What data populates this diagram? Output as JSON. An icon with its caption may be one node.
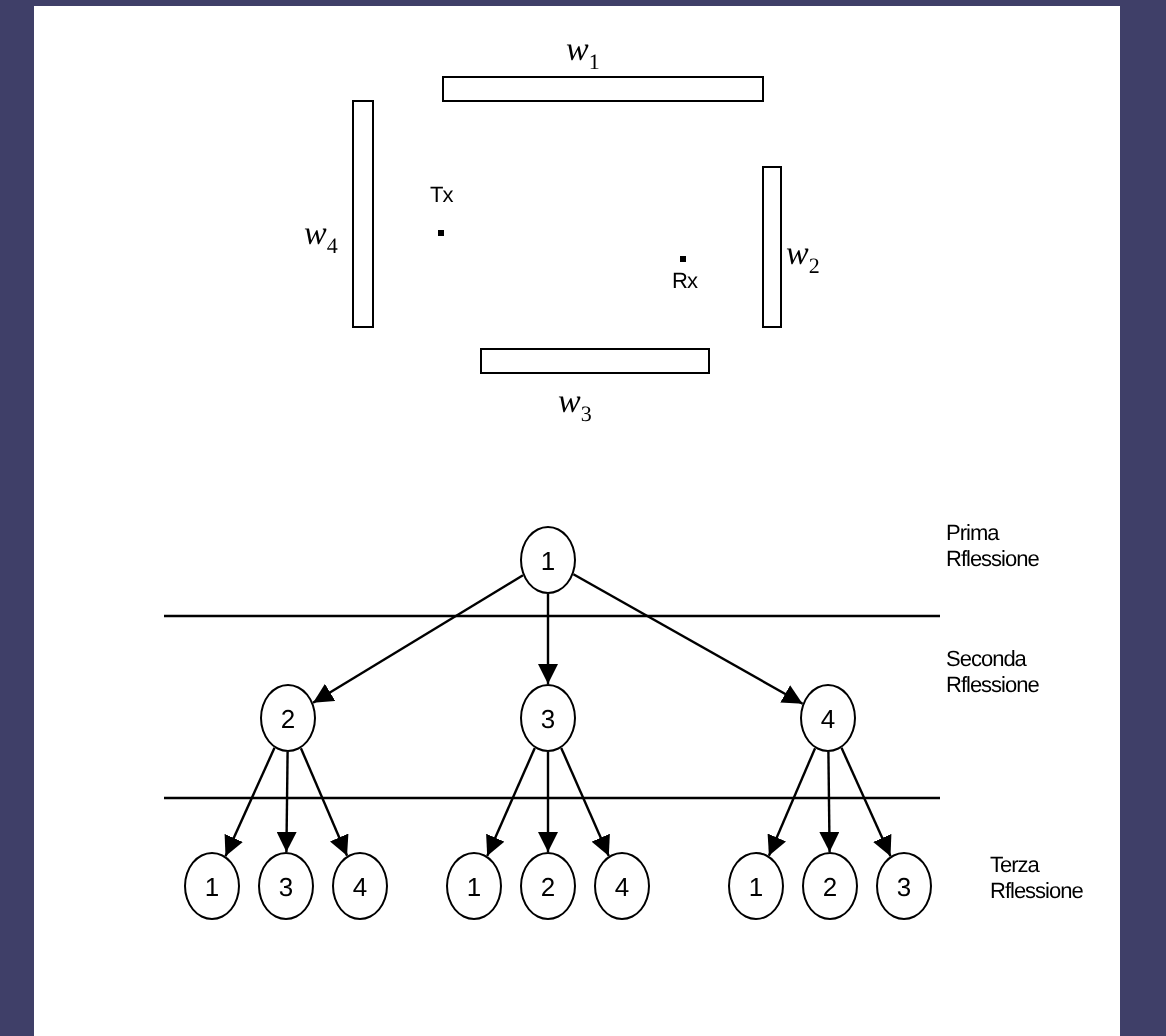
{
  "diagram": {
    "nodes": [
      {
        "text": [
          "w$_{1}$"
        ]
      },
      {
        "text": [
          "w$_{4}$"
        ]
      },
      {
        "text": [
          "w$_{2}$"
        ]
      },
      {
        "text": [
          "w$_{3}$"
        ]
      },
      {
        "text": [
          "1"
        ]
      },
      {
        "text": [
          "2"
        ]
      },
      {
        "text": [
          "3"
        ]
      },
      {
        "text": [
          "4"
        ]
      },
      {
        "text": [
          "1"
        ]
      },
      {
        "text": [
          "3"
        ]
      },
      {
        "text": [
          "4"
        ]
      },
      {
        "text": [
          "1"
        ]
      },
      {
        "text": [
          "2"
        ]
      },
      {
        "text": [
          "4"
        ]
      },
      {
        "text": [
          "1"
        ]
      },
      {
        "text": [
          "2"
        ]
      },
      {
        "text": [
          "3"
        ]
      }
    ],
    "edges": [
      {
        "from": 4,
        "to": 5,
        "arrow": "to"
      },
      {
        "from": 4,
        "to": 6,
        "arrow": "to"
      },
      {
        "from": 4,
        "to": 7,
        "arrow": "to"
      },
      {
        "from": 5,
        "to": 8,
        "arrow": "to"
      },
      {
        "from": 5,
        "to": 9,
        "arrow": "to"
      },
      {
        "from": 5,
        "to": 10,
        "arrow": "to"
      },
      {
        "from": 6,
        "to": 11,
        "arrow": "to"
      },
      {
        "from": 6,
        "to": 12,
        "arrow": "to"
      },
      {
        "from": 6,
        "to": 13,
        "arrow": "to"
      },
      {
        "from": 7,
        "to": 14,
        "arrow": "to"
      },
      {
        "from": 7,
        "to": 15,
        "arrow": "to"
      },
      {
        "from": 7,
        "to": 16,
        "arrow": "to"
      }
    ],
    "labels": [
      "Tx",
      "Rx",
      "Prima Rflessione",
      "Seconda Rflessione",
      "Terza Rflessione"
    ]
  }
}
